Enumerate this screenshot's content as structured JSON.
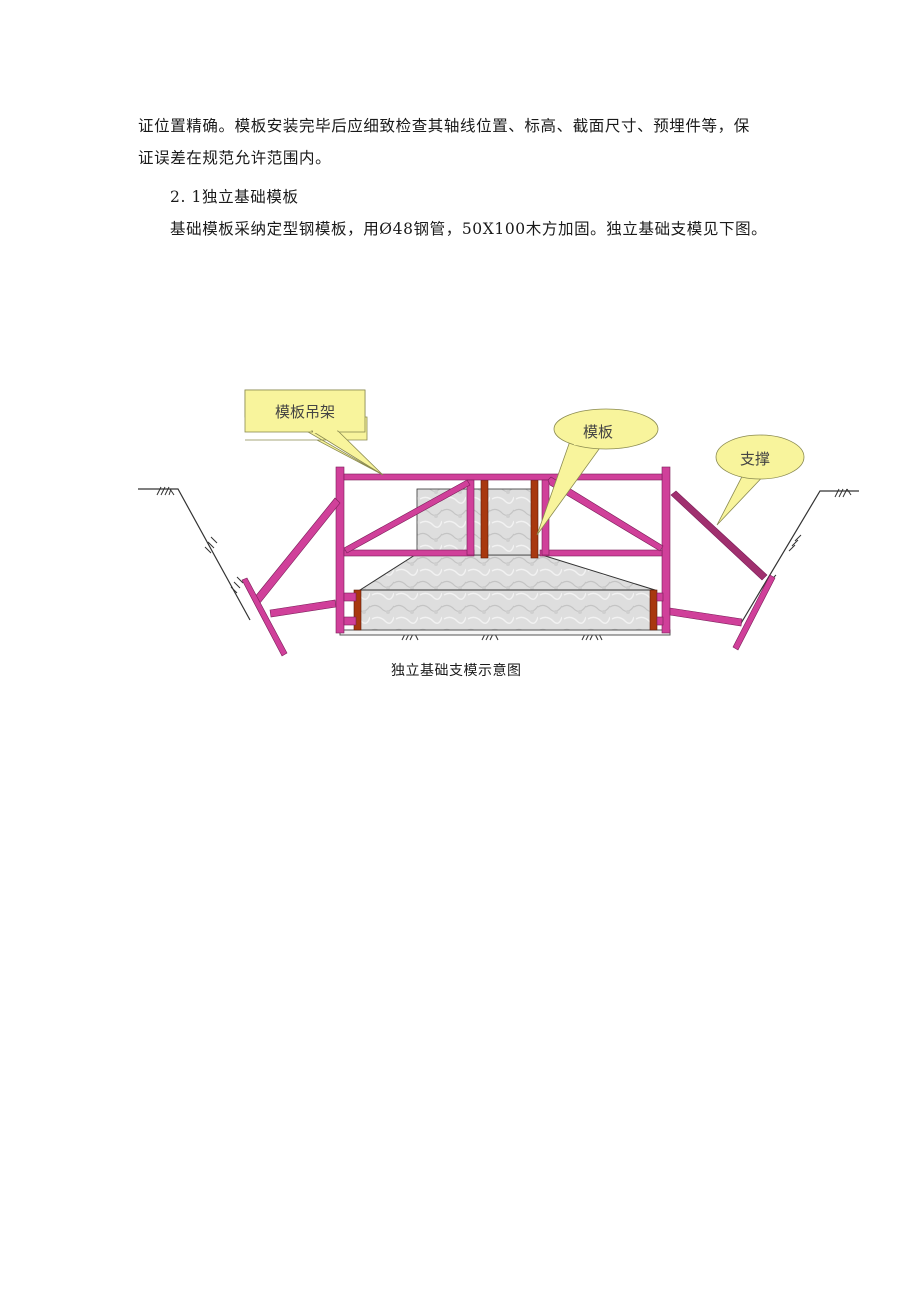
{
  "document": {
    "paragraph_1_line_1": "证位置精确。模板安装完毕后应细致检查其轴线位置、标高、截面尺寸、预埋件等，保",
    "paragraph_1_line_2": "证误差在规范允许范围内。",
    "section_heading": "2. 1独立基础模板",
    "paragraph_2": "基础模板采纳定型钢模板，用Ø48钢管，50X100木方加固。独立基础支模见下图。"
  },
  "figure": {
    "caption": "独立基础支模示意图",
    "callouts": {
      "hanger_frame": "模板吊架",
      "formwork": "模板",
      "support": "支撑"
    },
    "colors": {
      "steel_frame": "#d0409a",
      "steel_frame_dark": "#a0306f",
      "formwork_plank": "#a8380f",
      "concrete": "#dcdcdc",
      "callout_fill": "#f8f49c",
      "ground_line": "#333333"
    }
  }
}
